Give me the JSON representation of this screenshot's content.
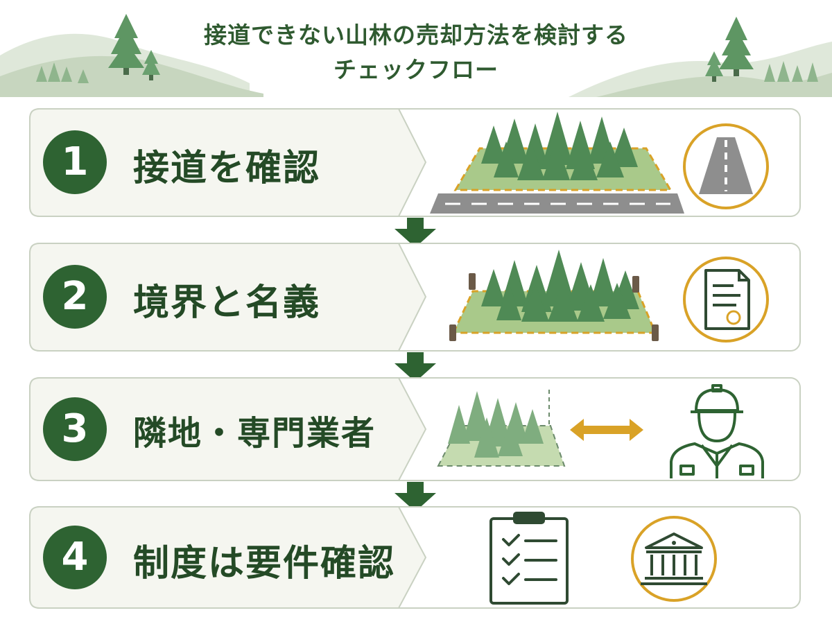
{
  "title": {
    "line1": "接道できない山林の売却方法を検討する",
    "line2": "チェックフロー"
  },
  "steps": [
    {
      "number": "1",
      "label": "接道を確認",
      "icons": [
        "forest-plot-with-road",
        "road-icon"
      ]
    },
    {
      "number": "2",
      "label": "境界と名義",
      "icons": [
        "forest-plot-with-boundary-stakes",
        "document-icon"
      ]
    },
    {
      "number": "3",
      "label": "隣地・専門業者",
      "icons": [
        "neighboring-forest-plot",
        "two-way-arrow-icon",
        "worker-with-helmet-icon"
      ]
    },
    {
      "number": "4",
      "label": "制度は要件確認",
      "icons": [
        "clipboard-checklist-icon",
        "government-building-icon"
      ]
    }
  ],
  "colors": {
    "primary_green": "#2e6332",
    "panel_bg": "#f5f6f0",
    "panel_border": "#c9d1c2",
    "accent_gold": "#d9a227",
    "forest_green": "#4f8a55",
    "grass_green": "#a9c98a",
    "road_gray": "#8e8e8e"
  }
}
